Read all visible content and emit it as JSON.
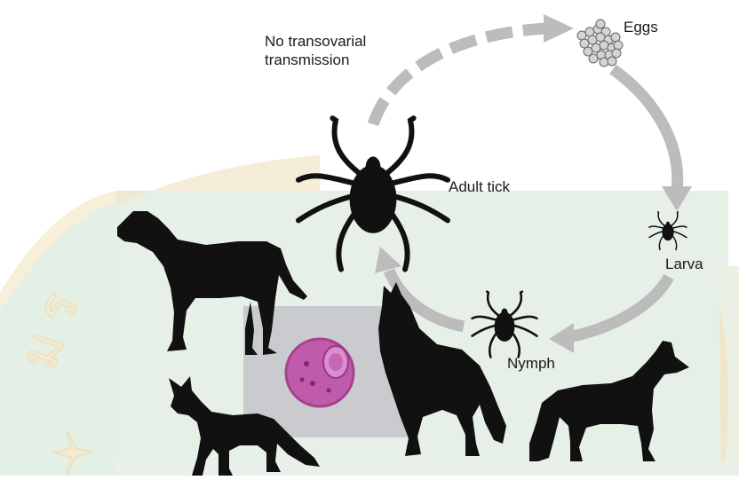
{
  "labels": {
    "no_transovarial_line1": "No transovarial",
    "no_transovarial_line2": "transmission",
    "eggs": "Eggs",
    "adult_tick": "Adult tick",
    "larva": "Larva",
    "nymph": "Nymph"
  },
  "colors": {
    "arrow": "#bcbcbc",
    "silhouette": "#111111",
    "watermark_green": "#e4efe6",
    "watermark_gold": "#f1e6c8",
    "slide_background": "#c9cbce",
    "cell_purple": "#b0479f",
    "egg_fill": "#d4d4d4"
  },
  "icons": [
    "egg-cluster-icon",
    "adult-tick-icon",
    "larva-tick-icon",
    "nymph-tick-icon",
    "dog-silhouette-icon",
    "fox-silhouette-icon",
    "wolf-silhouette-icon",
    "jackal-silhouette-icon",
    "infected-cell-image",
    "watermark-emblem"
  ]
}
